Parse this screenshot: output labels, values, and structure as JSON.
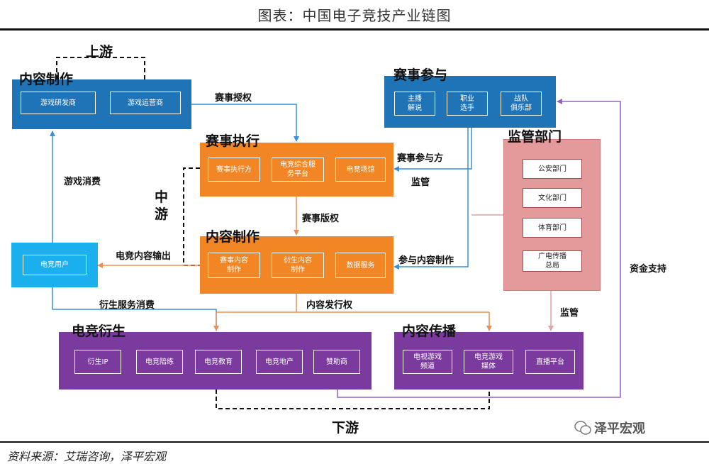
{
  "title": "图表：中国电子竞技产业链图",
  "source": "资料来源：艾瑞咨询，泽平宏观",
  "watermark": "泽平宏观",
  "stages": {
    "upstream": "上游",
    "midstream": "中游",
    "downstream": "下游"
  },
  "groups": {
    "content_upstream": {
      "label": "内容制作",
      "items": [
        "游戏研发商",
        "游戏运营商"
      ]
    },
    "participation": {
      "label": "赛事参与",
      "items": [
        "主播\n解说",
        "职业\n选手",
        "战队\n俱乐部"
      ]
    },
    "execution": {
      "label": "赛事执行",
      "items": [
        "赛事执行方",
        "电竞综合服\n务平台",
        "电竞场馆"
      ]
    },
    "supervision": {
      "label": "监管部门",
      "items": [
        "公安部门",
        "文化部门",
        "体育部门",
        "广电传播\n总局"
      ]
    },
    "content_mid": {
      "label": "内容制作",
      "items": [
        "赛事内容\n制作",
        "衍生内容\n制作",
        "数据服务"
      ]
    },
    "users": {
      "items": [
        "电竞用户"
      ]
    },
    "derivative": {
      "label": "电竞衍生",
      "items": [
        "衍生IP",
        "电竞陪练",
        "电竞教育",
        "电竞地产",
        "赞助商"
      ]
    },
    "distribution": {
      "label": "内容传播",
      "items": [
        "电视游戏\n频道",
        "电竞游戏\n媒体",
        "直播平台"
      ]
    }
  },
  "edge_labels": {
    "license": "赛事授权",
    "participant": "赛事参与方",
    "supervise1": "监管",
    "copyright": "赛事版权",
    "game_consume": "游戏消费",
    "content_output": "电竞内容输出",
    "join_content": "参与内容制作",
    "derivative_consume": "衍生服务消费",
    "distribution_rights": "内容发行权",
    "supervise2": "监管",
    "funding": "资金支持"
  },
  "colors": {
    "blue": "#1f73b7",
    "orange": "#f28624",
    "purple": "#7b3b9e",
    "pink": "#e49a9b",
    "cyan": "#1ab0ee",
    "arrow_blue": "#3a8fd6",
    "arrow_orange": "#e8905a",
    "arrow_purple": "#8e63c7",
    "arrow_pink": "#e3a2a2"
  }
}
